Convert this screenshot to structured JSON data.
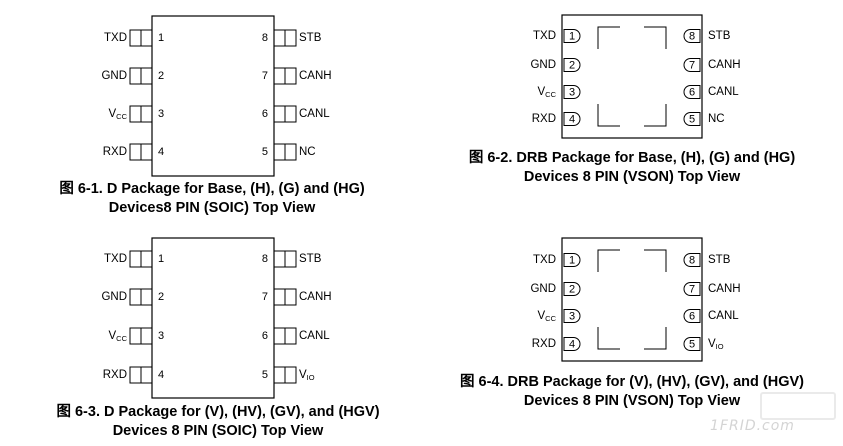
{
  "figures": [
    {
      "id": "fig-6-1",
      "package": "soic",
      "left_pins": [
        {
          "num": "1",
          "label": "TXD"
        },
        {
          "num": "2",
          "label": "GND"
        },
        {
          "num": "3",
          "label": "V",
          "sub": "CC"
        },
        {
          "num": "4",
          "label": "RXD"
        }
      ],
      "right_pins": [
        {
          "num": "8",
          "label": "STB"
        },
        {
          "num": "7",
          "label": "CANH"
        },
        {
          "num": "6",
          "label": "CANL"
        },
        {
          "num": "5",
          "label": "NC"
        }
      ],
      "caption": [
        "图 6-1. D Package for Base, (H), (G) and (HG)",
        "Devices8 PIN (SOIC) Top View"
      ]
    },
    {
      "id": "fig-6-2",
      "package": "vson",
      "left_pins": [
        {
          "num": "1",
          "label": "TXD"
        },
        {
          "num": "2",
          "label": "GND"
        },
        {
          "num": "3",
          "label": "V",
          "sub": "CC"
        },
        {
          "num": "4",
          "label": "RXD"
        }
      ],
      "right_pins": [
        {
          "num": "8",
          "label": "STB"
        },
        {
          "num": "7",
          "label": "CANH"
        },
        {
          "num": "6",
          "label": "CANL"
        },
        {
          "num": "5",
          "label": "NC"
        }
      ],
      "caption": [
        "图 6-2. DRB Package for Base, (H), (G) and (HG)",
        "Devices 8 PIN (VSON) Top View"
      ]
    },
    {
      "id": "fig-6-3",
      "package": "soic",
      "left_pins": [
        {
          "num": "1",
          "label": "TXD"
        },
        {
          "num": "2",
          "label": "GND"
        },
        {
          "num": "3",
          "label": "V",
          "sub": "CC"
        },
        {
          "num": "4",
          "label": "RXD"
        }
      ],
      "right_pins": [
        {
          "num": "8",
          "label": "STB"
        },
        {
          "num": "7",
          "label": "CANH"
        },
        {
          "num": "6",
          "label": "CANL"
        },
        {
          "num": "5",
          "label": "V",
          "sub": "IO"
        }
      ],
      "caption": [
        "图 6-3. D Package for (V), (HV), (GV), and (HGV)",
        "Devices 8 PIN (SOIC) Top View"
      ]
    },
    {
      "id": "fig-6-4",
      "package": "vson",
      "left_pins": [
        {
          "num": "1",
          "label": "TXD"
        },
        {
          "num": "2",
          "label": "GND"
        },
        {
          "num": "3",
          "label": "V",
          "sub": "CC"
        },
        {
          "num": "4",
          "label": "RXD"
        }
      ],
      "right_pins": [
        {
          "num": "8",
          "label": "STB"
        },
        {
          "num": "7",
          "label": "CANH"
        },
        {
          "num": "6",
          "label": "CANL"
        },
        {
          "num": "5",
          "label": "V",
          "sub": "IO"
        }
      ],
      "caption": [
        "图 6-4. DRB Package for (V), (HV), (GV), and (HGV)",
        "Devices 8 PIN (VSON) Top View"
      ]
    }
  ],
  "watermark": "1FRID.com",
  "colors": {
    "ink": "#000000",
    "background": "#ffffff",
    "watermark": "#d4d4d4"
  }
}
